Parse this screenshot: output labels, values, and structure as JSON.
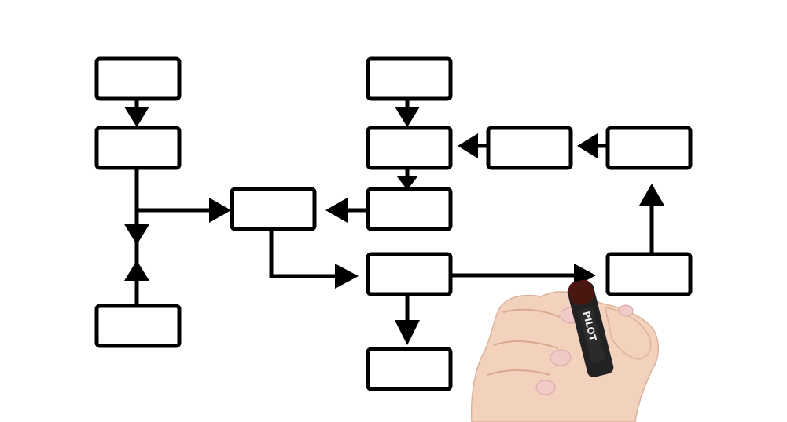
{
  "diagram": {
    "nodes": [
      {
        "id": "a1"
      },
      {
        "id": "a2"
      },
      {
        "id": "a3"
      },
      {
        "id": "b1"
      },
      {
        "id": "c1"
      },
      {
        "id": "c2"
      },
      {
        "id": "c3"
      },
      {
        "id": "c4"
      },
      {
        "id": "c5"
      },
      {
        "id": "d1"
      },
      {
        "id": "e1"
      },
      {
        "id": "e2"
      }
    ],
    "edges": [
      {
        "from": "a1",
        "to": "a2"
      },
      {
        "from": "a2",
        "to": "b1"
      },
      {
        "from": "a3",
        "to": "a2"
      },
      {
        "from": "c3",
        "to": "b1"
      },
      {
        "from": "b1",
        "to": "c4"
      },
      {
        "from": "c1",
        "to": "c2"
      },
      {
        "from": "c2",
        "to": "c3"
      },
      {
        "from": "d1",
        "to": "c2"
      },
      {
        "from": "e1",
        "to": "d1"
      },
      {
        "from": "c4",
        "to": "c5"
      },
      {
        "from": "c4",
        "to": "e2"
      },
      {
        "from": "e2",
        "to": "e1"
      }
    ],
    "marker_text": "PILOT"
  }
}
